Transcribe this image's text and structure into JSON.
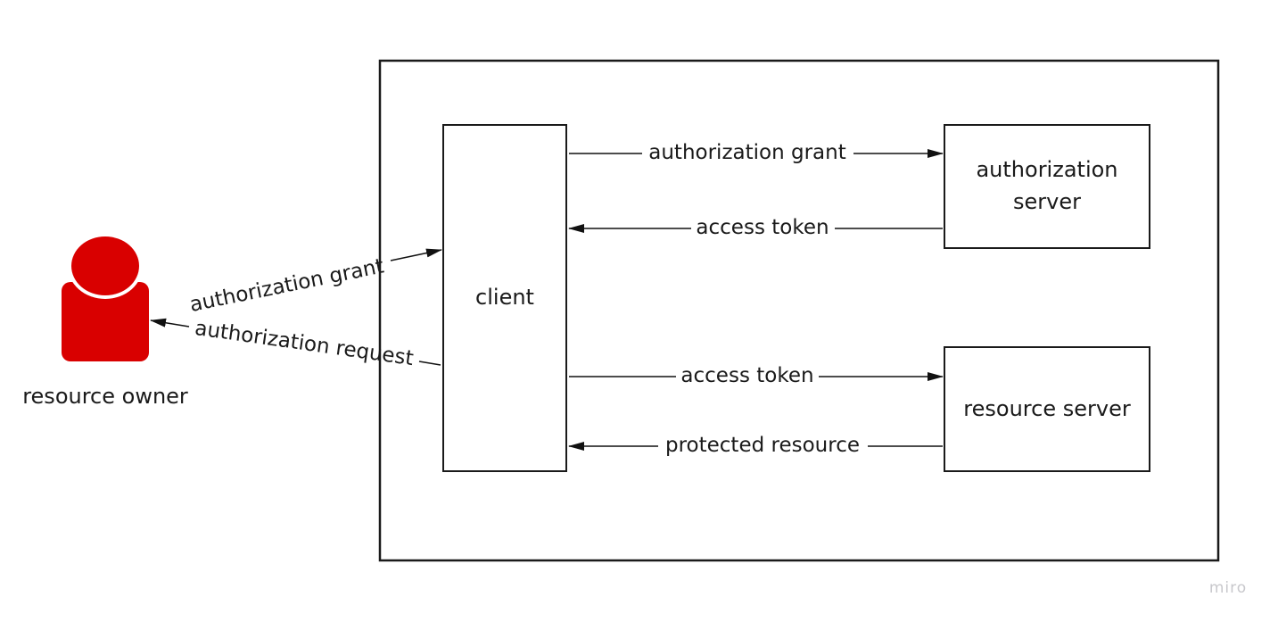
{
  "nodes": {
    "resource_owner": {
      "label": "resource owner",
      "color": "#d90000"
    },
    "client": {
      "label": "client"
    },
    "authorization_server": {
      "label_line1": "authorization",
      "label_line2": "server"
    },
    "resource_server": {
      "label": "resource server"
    }
  },
  "edges": {
    "owner_grant": {
      "label": "authorization grant"
    },
    "owner_request": {
      "label": "authorization request"
    },
    "client_auth_grant": {
      "label": "authorization grant"
    },
    "auth_access_token": {
      "label": "access token"
    },
    "client_access_token": {
      "label": "access token"
    },
    "resource_protected": {
      "label": "protected resource"
    }
  },
  "watermark": "miro"
}
